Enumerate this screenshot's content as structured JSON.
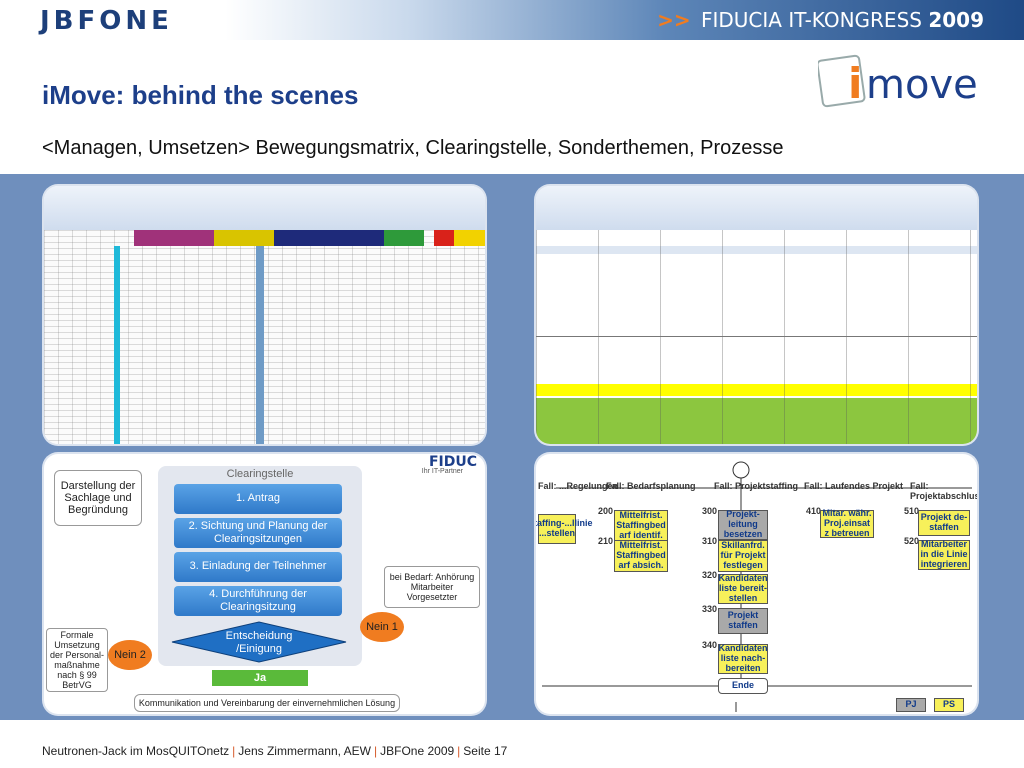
{
  "header": {
    "logo": "JBFONE",
    "conference": {
      "arrows": ">>",
      "name": "FIDUCIA IT-KONGRESS",
      "year": "2009"
    },
    "brand_logo": "imove"
  },
  "title": "iMove: behind the scenes",
  "subtitle": "<Managen, Umsetzen>  Bewegungsmatrix, Clearingstelle, Sonderthemen, Prozesse",
  "panels": {
    "clearing": {
      "logo": "FIDUC",
      "logo_sub": "Ihr IT-Partner",
      "left_note": "Darstellung der Sachlage und Begründung",
      "header": "Clearingstelle",
      "steps": [
        "1. Antrag",
        "2. Sichtung und Planung der Clearingsitzungen",
        "3. Einladung der Teilnehmer",
        "4. Durchführung der Clearingsitzung"
      ],
      "decision": "Entscheidung /Einigung",
      "ja": "Ja",
      "nein1": "Nein 1",
      "nein2": "Nein 2",
      "right_note": "bei Bedarf: Anhörung Mitarbeiter Vorgesetzter",
      "left_note2": "Formale Umsetzung der Personal-maßnahme nach § 99 BetrVG",
      "bottom": "Kommunikation und Vereinbarung der einvernehmlichen Lösung"
    },
    "process": {
      "cases": [
        "Fall: ...Regelungen",
        "Fall: Bedarfsplanung",
        "Fall: Projektstaffing",
        "Fall: Laufendes Projekt",
        "Fall: Projektabschluss"
      ],
      "nodes": [
        {
          "num": "200",
          "label": "Mittelfrist. Staffingbed arf identif."
        },
        {
          "num": "210",
          "label": "Mittelfrist. Staffingbed arf absich."
        },
        {
          "num": "300",
          "label": "Projekt-leitung besetzen"
        },
        {
          "num": "310",
          "label": "Skillanfrd. für Projekt festlegen"
        },
        {
          "num": "320",
          "label": "Kandidaten liste bereit-stellen"
        },
        {
          "num": "330",
          "label": "Projekt staffen"
        },
        {
          "num": "340",
          "label": "Kandidaten liste nach-bereiten"
        },
        {
          "num": "410",
          "label": "Mitar. währ. Proj.einsat z betreuen"
        },
        {
          "num": "510",
          "label": "Projekt de-staffen"
        },
        {
          "num": "520",
          "label": "Mitarbeiter in die Linie integrieren"
        }
      ],
      "left_nodes": [
        "...staffing-...llinie ...stellen"
      ],
      "end": "Ende",
      "legend": [
        "PJ",
        "PS"
      ]
    }
  },
  "footer": {
    "part1": "Neutronen-Jack im MosQUITOnetz",
    "part2": "Jens Zimmermann, AEW",
    "part3": "JBFOne 2009",
    "part4": "Seite 17",
    "sep": "|"
  }
}
